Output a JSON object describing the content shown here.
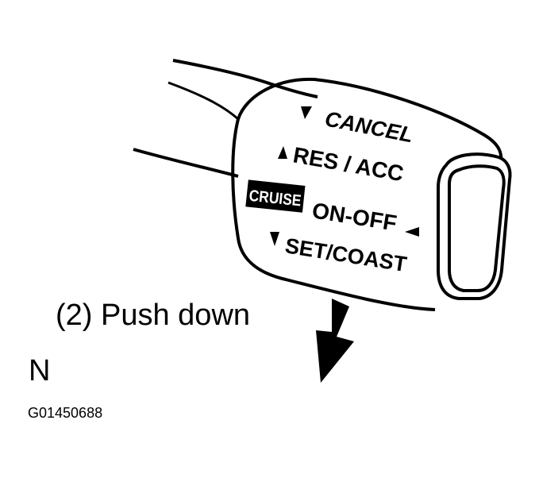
{
  "lever": {
    "cancel": "CANCEL",
    "res_acc": "RES / ACC",
    "cruise_badge": "CRUISE",
    "on_off": "ON-OFF",
    "set_coast": "SET/COAST"
  },
  "captions": {
    "step": "(2) Push down",
    "letter": "N",
    "figure_code": "G01450688"
  },
  "colors": {
    "ink": "#000000",
    "paper": "#ffffff"
  },
  "icons": [
    "down-triangle-icon",
    "up-triangle-icon",
    "left-triangle-icon",
    "push-down-arrow-icon"
  ]
}
